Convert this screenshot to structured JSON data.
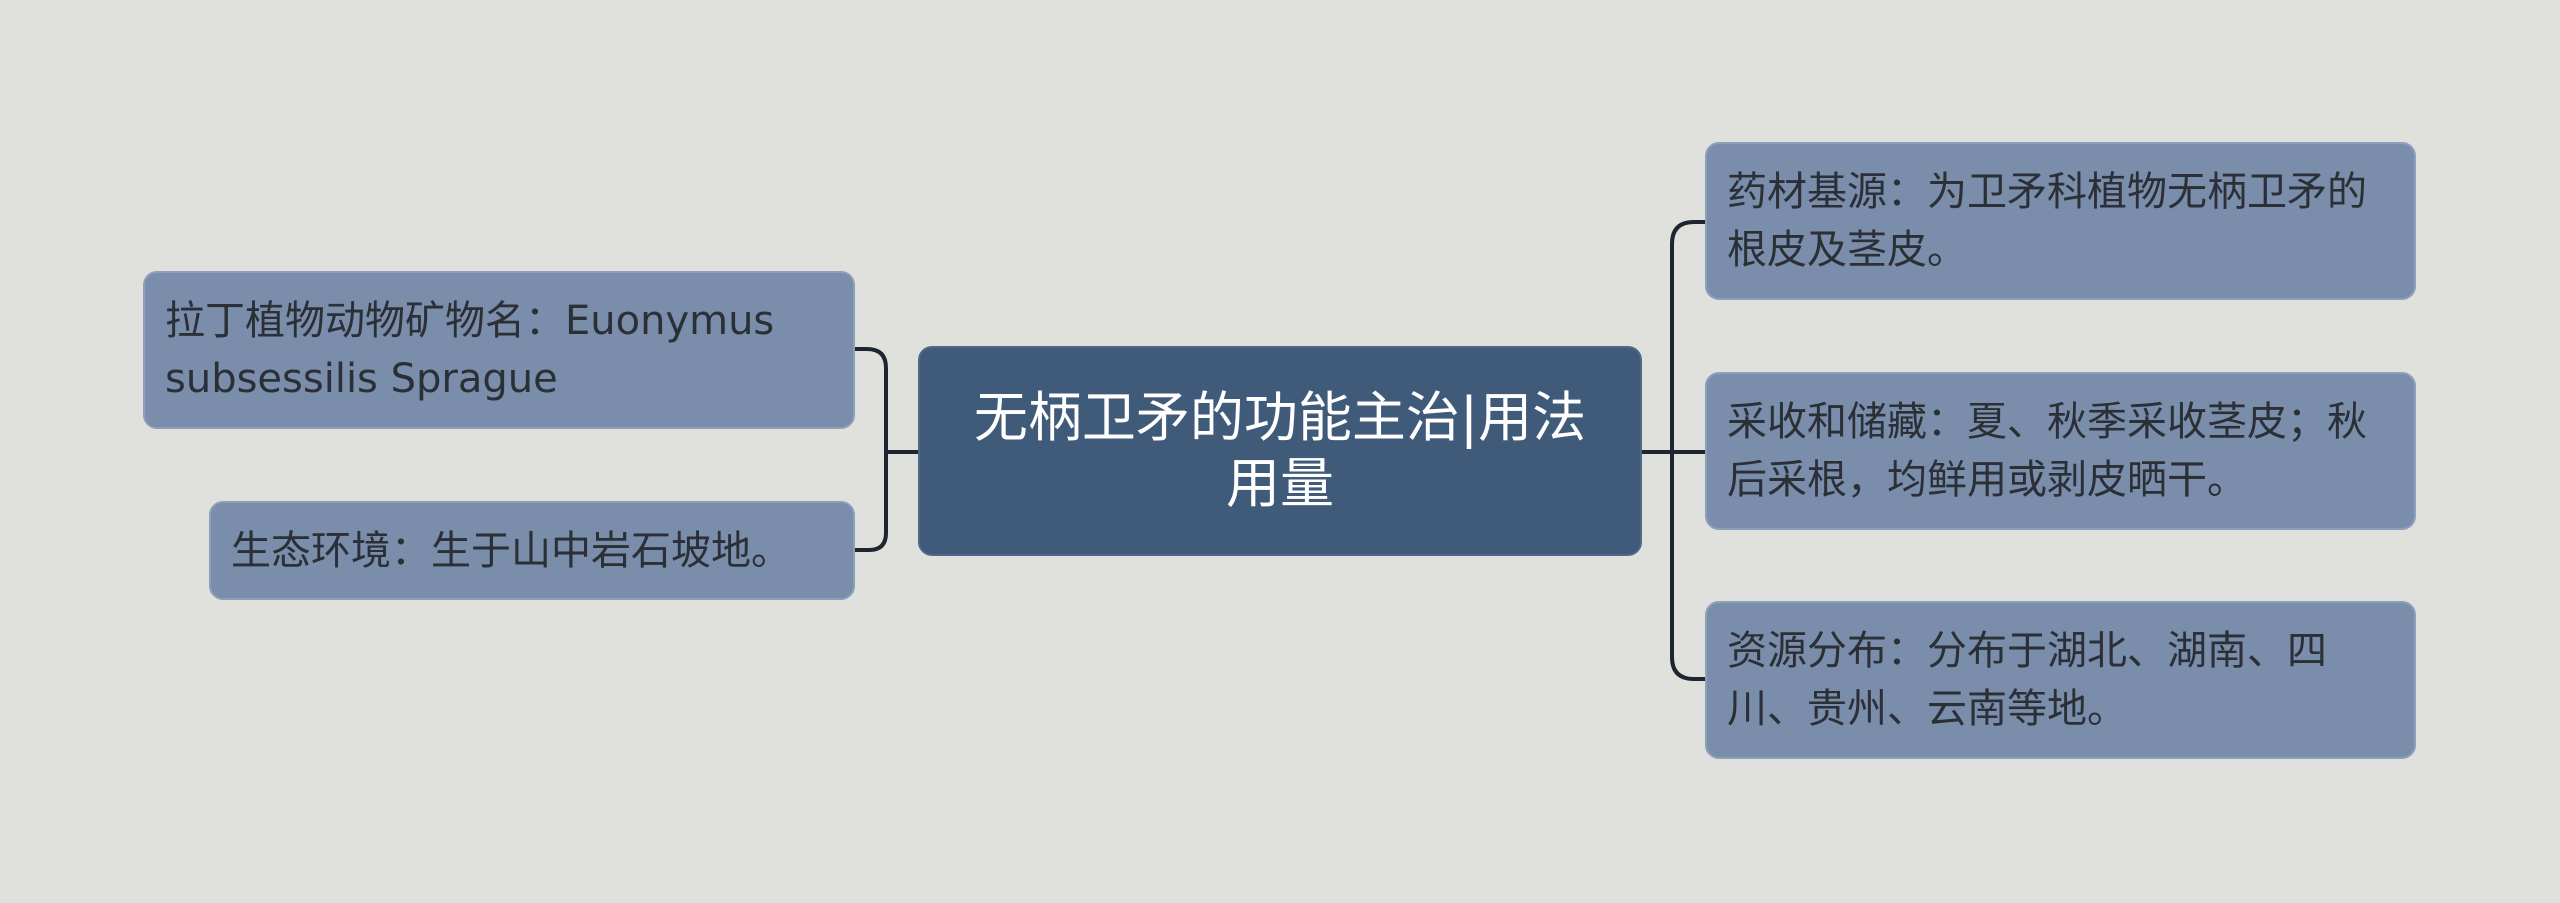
{
  "root": {
    "label": "无柄卫矛的功能主治|用法用量"
  },
  "left_branches": [
    {
      "label": "拉丁植物动物矿物名：Euonymus subsessilis Sprague"
    },
    {
      "label": "生态环境：生于山中岩石坡地。"
    }
  ],
  "right_branches": [
    {
      "label": "药材基源：为卫矛科植物无柄卫矛的根皮及茎皮。"
    },
    {
      "label": "采收和储藏：夏、秋季采收茎皮；秋后采根，均鲜用或剥皮晒干。"
    },
    {
      "label": "资源分布：分布于湖北、湖南、四川、贵州、云南等地。"
    }
  ],
  "colors": {
    "background": "#e0e1dd",
    "root_fill": "#405a7a",
    "branch_fill": "#7a8dab",
    "connector": "#1f2530"
  }
}
